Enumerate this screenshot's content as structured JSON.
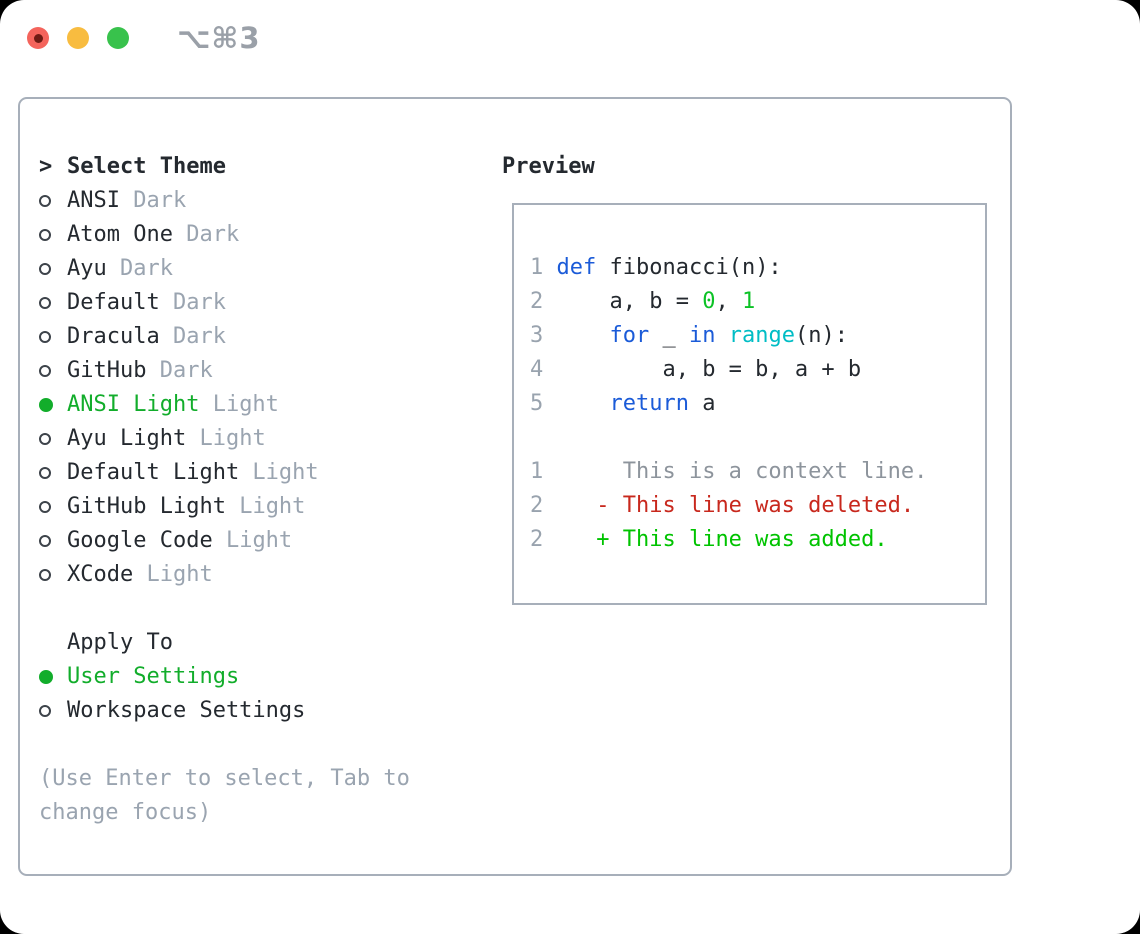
{
  "window": {
    "title": "⌥⌘3"
  },
  "colors": {
    "selected_green": "#12ad2b",
    "keyword_blue": "#1b5bd8",
    "builtin_cyan": "#00bdc5",
    "literal_green": "#0cc226",
    "deleted_red": "#c8281d",
    "added_green": "#00c300",
    "muted_gray": "#9aa4b0",
    "text": "#24292f",
    "border": "#a7afba"
  },
  "theme_list": {
    "prompt": ">",
    "title": "Select Theme",
    "items": [
      {
        "name": "ANSI",
        "variant": "Dark",
        "selected": false
      },
      {
        "name": "Atom One",
        "variant": "Dark",
        "selected": false
      },
      {
        "name": "Ayu",
        "variant": "Dark",
        "selected": false
      },
      {
        "name": "Default",
        "variant": "Dark",
        "selected": false
      },
      {
        "name": "Dracula",
        "variant": "Dark",
        "selected": false
      },
      {
        "name": "GitHub",
        "variant": "Dark",
        "selected": false
      },
      {
        "name": "ANSI Light",
        "variant": "Light",
        "selected": true
      },
      {
        "name": "Ayu Light",
        "variant": "Light",
        "selected": false
      },
      {
        "name": "Default Light",
        "variant": "Light",
        "selected": false
      },
      {
        "name": "GitHub Light",
        "variant": "Light",
        "selected": false
      },
      {
        "name": "Google Code",
        "variant": "Light",
        "selected": false
      },
      {
        "name": "XCode",
        "variant": "Light",
        "selected": false
      }
    ]
  },
  "apply_to": {
    "title": "Apply To",
    "options": [
      {
        "label": "User Settings",
        "selected": true
      },
      {
        "label": "Workspace Settings",
        "selected": false
      }
    ]
  },
  "hint": "(Use Enter to select, Tab to change focus)",
  "preview": {
    "title": "Preview",
    "code_lines": [
      {
        "num": "1",
        "tokens": [
          [
            "kw",
            "def"
          ],
          [
            "fg",
            " fibonacci(n):"
          ]
        ]
      },
      {
        "num": "2",
        "tokens": [
          [
            "fg",
            "    a, b = "
          ],
          [
            "lit",
            "0"
          ],
          [
            "fg",
            ", "
          ],
          [
            "lit",
            "1"
          ]
        ]
      },
      {
        "num": "3",
        "tokens": [
          [
            "fg",
            "    "
          ],
          [
            "kw",
            "for"
          ],
          [
            "fg",
            " _ "
          ],
          [
            "kw",
            "in"
          ],
          [
            "fg",
            " "
          ],
          [
            "fn",
            "range"
          ],
          [
            "fg",
            "(n):"
          ]
        ]
      },
      {
        "num": "4",
        "tokens": [
          [
            "fg",
            "        a, b = b, a + b"
          ]
        ]
      },
      {
        "num": "5",
        "tokens": [
          [
            "fg",
            "    "
          ],
          [
            "kw",
            "return"
          ],
          [
            "fg",
            " a"
          ]
        ]
      }
    ],
    "diff_lines": [
      {
        "num": "1",
        "tokens": [
          [
            "ctx",
            "     This is a context line."
          ]
        ]
      },
      {
        "num": "2",
        "tokens": [
          [
            "del",
            "   - This line was deleted."
          ]
        ]
      },
      {
        "num": "2",
        "tokens": [
          [
            "add",
            "   + This line was added."
          ]
        ]
      }
    ]
  }
}
